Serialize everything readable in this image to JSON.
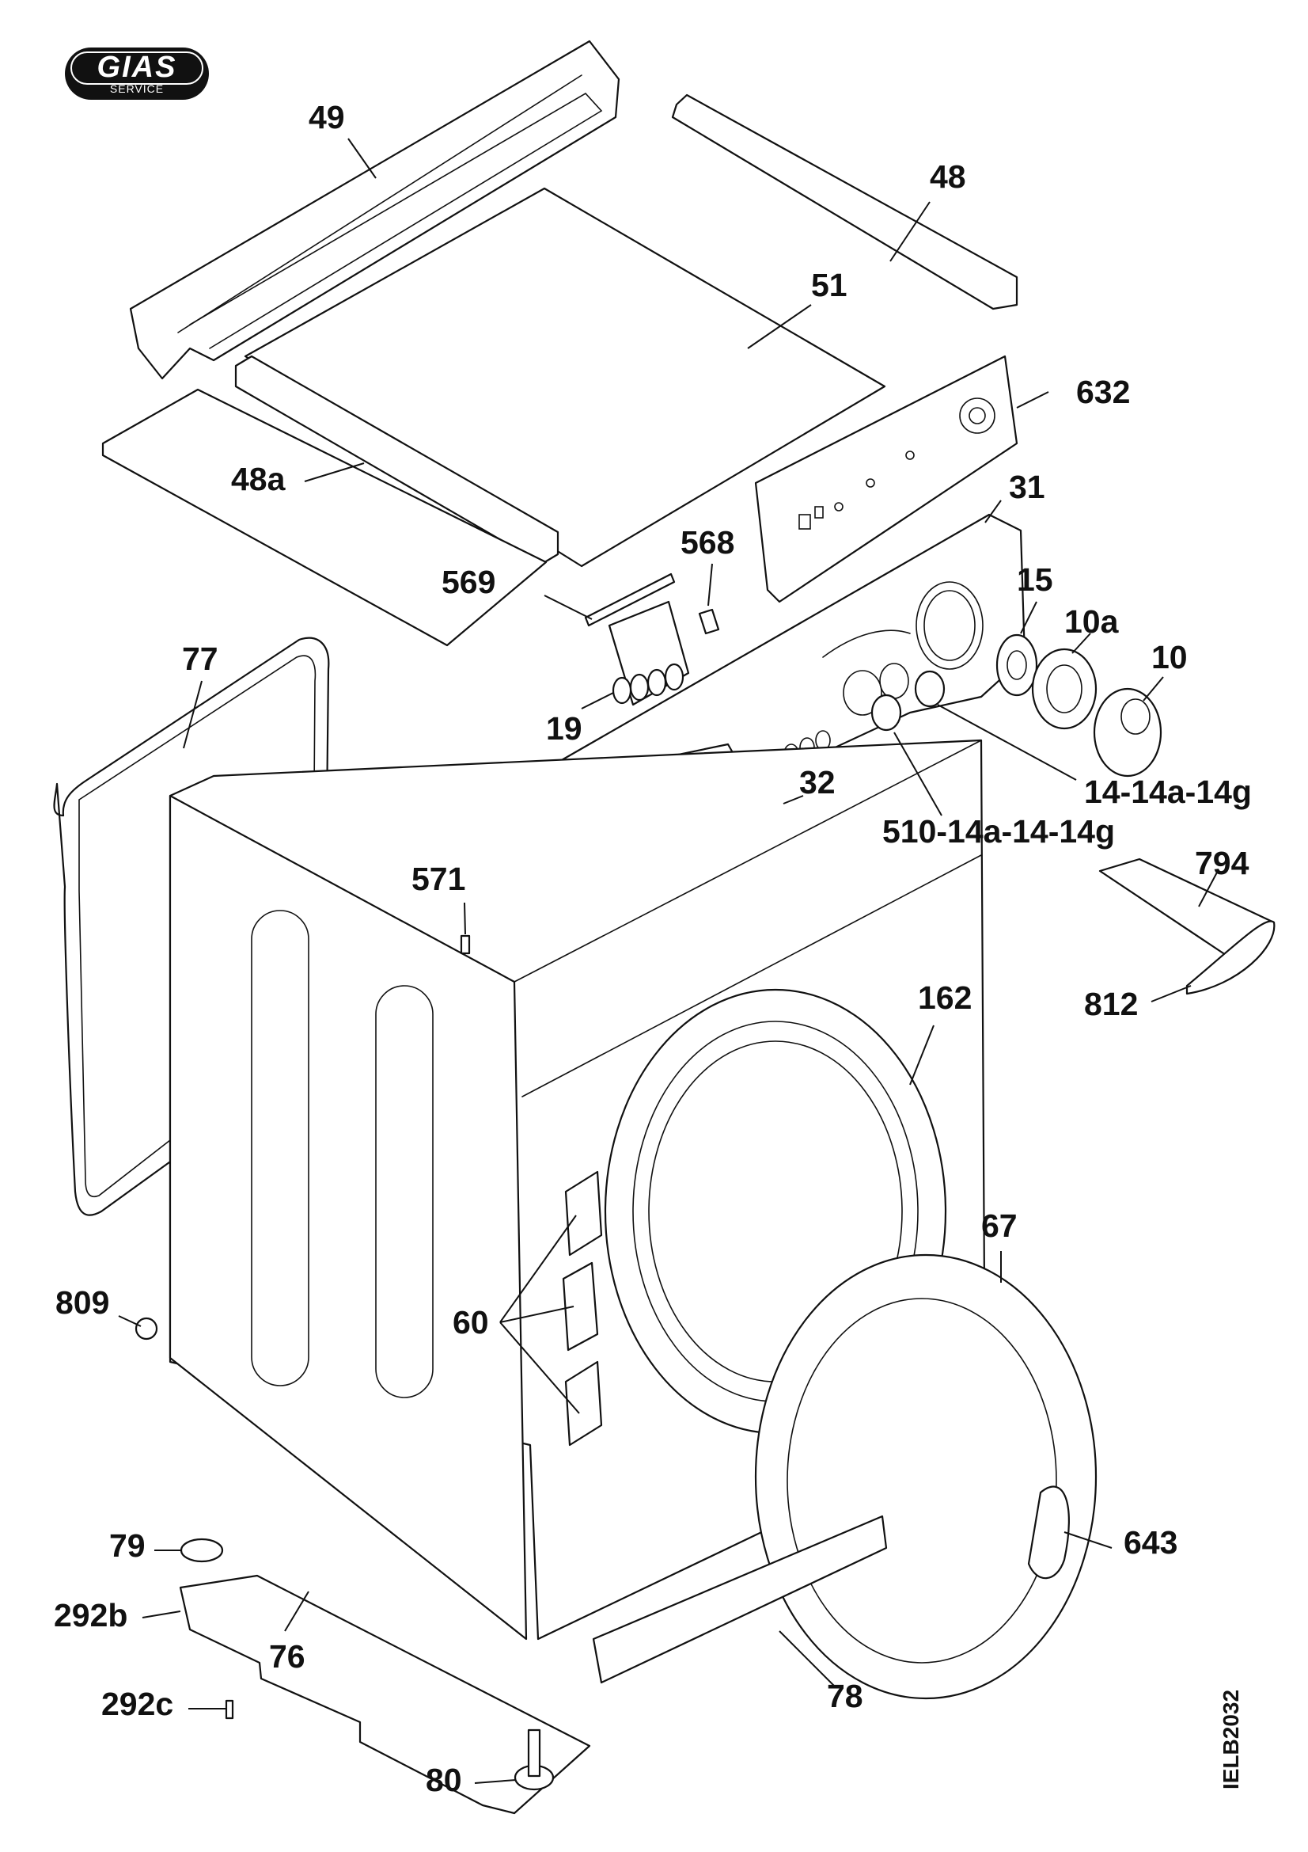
{
  "logo": {
    "brand": "GIAS",
    "subtitle": "SERVICE"
  },
  "drawing_code": "IELB2032",
  "labels": {
    "p49": "49",
    "p48": "48",
    "p51": "51",
    "p632": "632",
    "p48a": "48a",
    "p31": "31",
    "p568": "568",
    "p569": "569",
    "p15": "15",
    "p10a": "10a",
    "p10": "10",
    "p77": "77",
    "p19": "19",
    "p32": "32",
    "p14": "14-14a-14g",
    "p510": "510-14a-14-14g",
    "p794": "794",
    "p571": "571",
    "p812": "812",
    "p162": "162",
    "p67": "67",
    "p809": "809",
    "p60": "60",
    "p79": "79",
    "p643": "643",
    "p292b": "292b",
    "p76": "76",
    "p78": "78",
    "p292c": "292c",
    "p80": "80"
  }
}
